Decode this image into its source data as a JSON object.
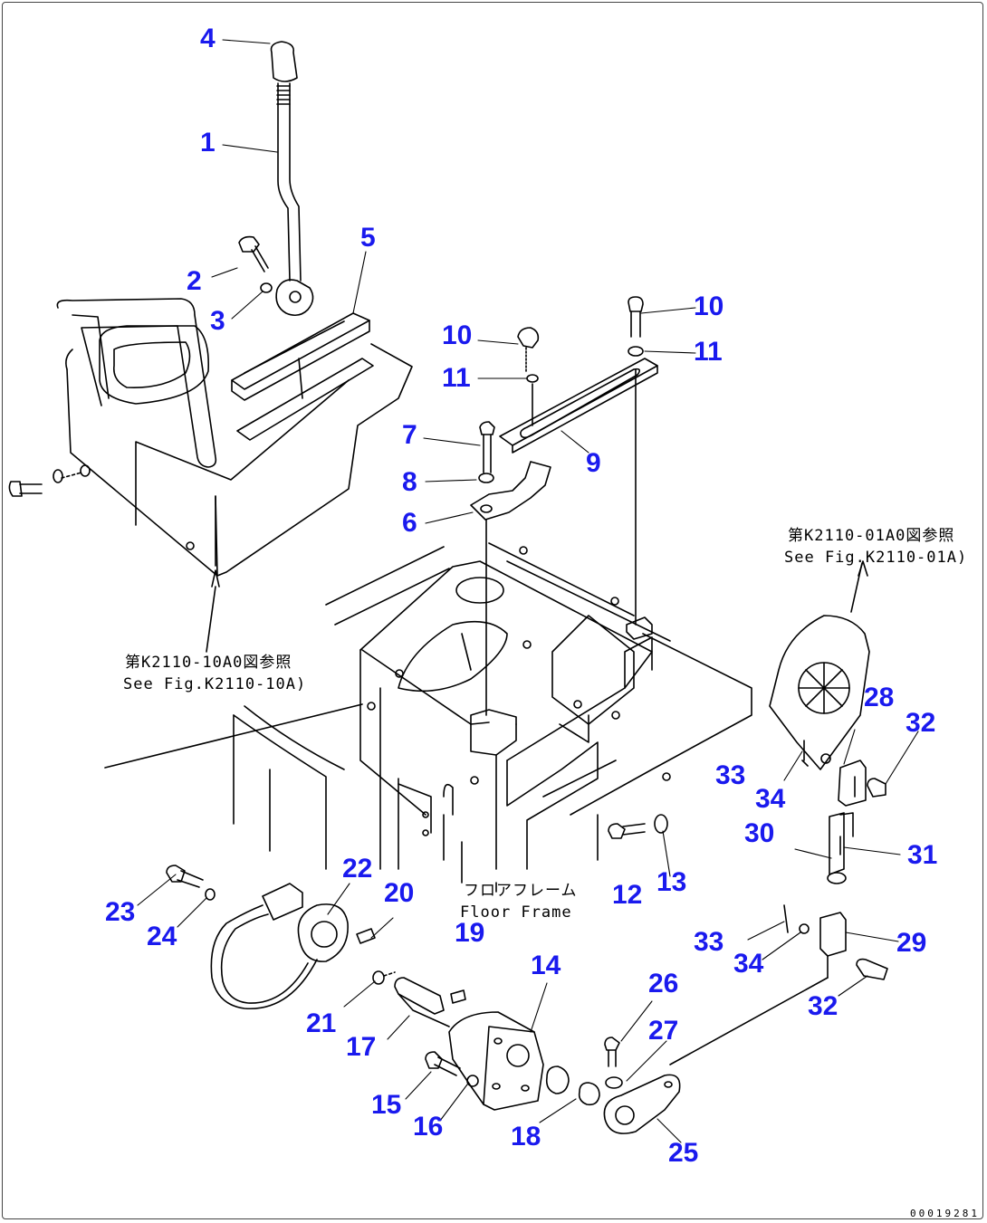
{
  "callouts": {
    "n1": "1",
    "n2": "2",
    "n3": "3",
    "n4": "4",
    "n5": "5",
    "n6": "6",
    "n7": "7",
    "n8": "8",
    "n9": "9",
    "n10a": "10",
    "n10b": "10",
    "n11a": "11",
    "n11b": "11",
    "n12": "12",
    "n13": "13",
    "n14": "14",
    "n15": "15",
    "n16": "16",
    "n17": "17",
    "n18": "18",
    "n19": "19",
    "n20": "20",
    "n21": "21",
    "n22": "22",
    "n23": "23",
    "n24": "24",
    "n25": "25",
    "n26": "26",
    "n27": "27",
    "n28": "28",
    "n29": "29",
    "n30": "30",
    "n31": "31",
    "n32a": "32",
    "n32b": "32",
    "n33a": "33",
    "n33b": "33",
    "n34a": "34",
    "n34b": "34"
  },
  "references": {
    "ref_seat_jp": "第K2110-10A0図参照",
    "ref_seat_en": "See Fig.K2110-10A)",
    "ref_pedal_jp": "第K2110-01A0図参照",
    "ref_pedal_en": "See Fig.K2110-01A)",
    "floor_frame_jp": "フロアフレーム",
    "floor_frame_en": "Floor Frame"
  },
  "doc_id": "00019281",
  "colors": {
    "callout": "#1a1aee",
    "line": "#000000"
  }
}
